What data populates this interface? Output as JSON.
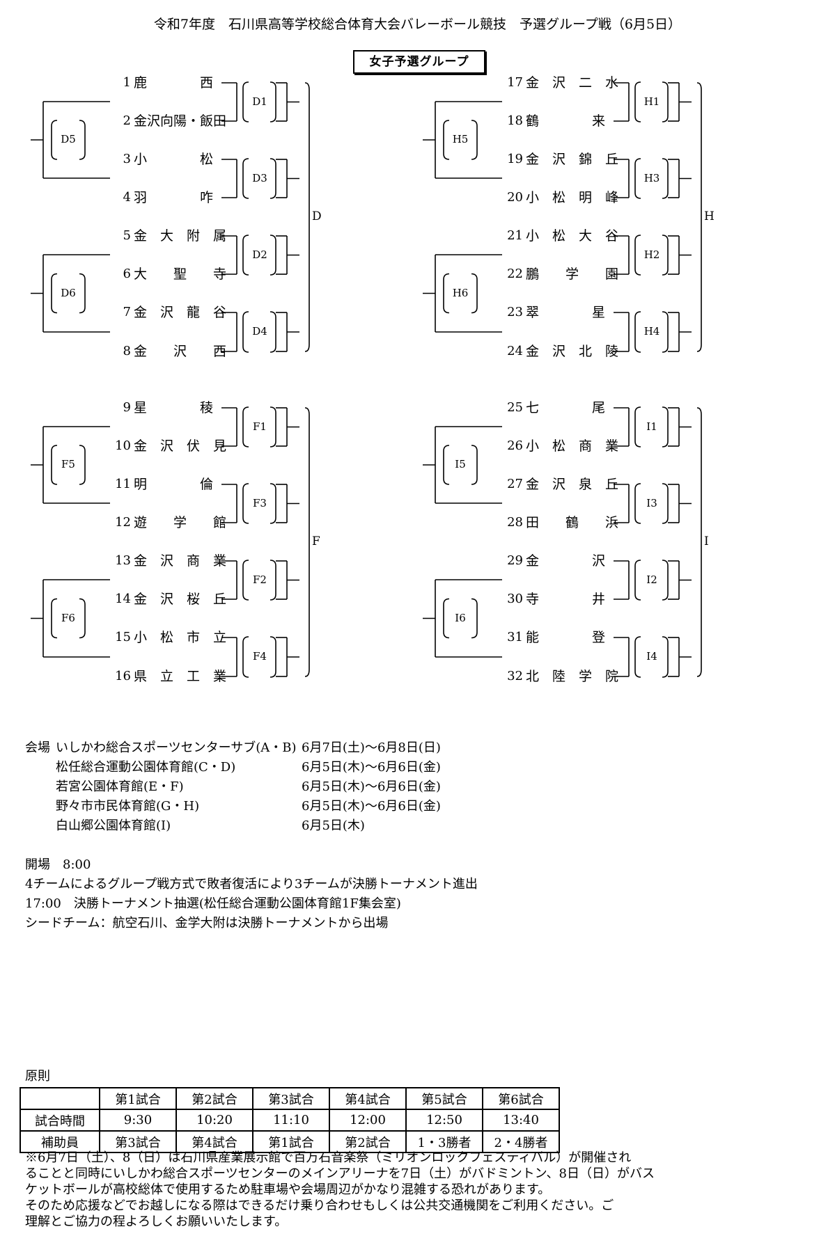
{
  "title": "令和7年度　石川県高等学校総合体育大会バレーボール競技　予選グループ戦（6月5日）",
  "subtitle": "女子予選グループ",
  "groups": [
    {
      "label": "D",
      "matches": {
        "m1": "D1",
        "m3": "D3",
        "m2": "D2",
        "m4": "D4",
        "m5": "D5",
        "m6": "D6"
      },
      "teams": [
        {
          "num": "1",
          "name": "鹿　　　　西"
        },
        {
          "num": "2",
          "name": "金沢向陽・飯田"
        },
        {
          "num": "3",
          "name": "小　　　　松"
        },
        {
          "num": "4",
          "name": "羽　　　　咋"
        },
        {
          "num": "5",
          "name": "金　大　附　属"
        },
        {
          "num": "6",
          "name": "大　　聖　　寺"
        },
        {
          "num": "7",
          "name": "金　沢　龍　谷"
        },
        {
          "num": "8",
          "name": "金　　沢　　西"
        }
      ]
    },
    {
      "label": "H",
      "matches": {
        "m1": "H1",
        "m3": "H3",
        "m2": "H2",
        "m4": "H4",
        "m5": "H5",
        "m6": "H6"
      },
      "teams": [
        {
          "num": "17",
          "name": "金　沢　二　水"
        },
        {
          "num": "18",
          "name": "鶴　　　　来"
        },
        {
          "num": "19",
          "name": "金　沢　錦　丘"
        },
        {
          "num": "20",
          "name": "小　松　明　峰"
        },
        {
          "num": "21",
          "name": "小　松　大　谷"
        },
        {
          "num": "22",
          "name": "鵬　　学　　園"
        },
        {
          "num": "23",
          "name": "翠　　　　星"
        },
        {
          "num": "24",
          "name": "金　沢　北　陵"
        }
      ]
    },
    {
      "label": "F",
      "matches": {
        "m1": "F1",
        "m3": "F3",
        "m2": "F2",
        "m4": "F4",
        "m5": "F5",
        "m6": "F6"
      },
      "teams": [
        {
          "num": "9",
          "name": "星　　　　稜"
        },
        {
          "num": "10",
          "name": "金　沢　伏　見"
        },
        {
          "num": "11",
          "name": "明　　　　倫"
        },
        {
          "num": "12",
          "name": "遊　　学　　館"
        },
        {
          "num": "13",
          "name": "金　沢　商　業"
        },
        {
          "num": "14",
          "name": "金　沢　桜　丘"
        },
        {
          "num": "15",
          "name": "小　松　市　立"
        },
        {
          "num": "16",
          "name": "県　立　工　業"
        }
      ]
    },
    {
      "label": "I",
      "matches": {
        "m1": "I1",
        "m3": "I3",
        "m2": "I2",
        "m4": "I4",
        "m5": "I5",
        "m6": "I6"
      },
      "teams": [
        {
          "num": "25",
          "name": "七　　　　尾"
        },
        {
          "num": "26",
          "name": "小　松　商　業"
        },
        {
          "num": "27",
          "name": "金　沢　泉　丘"
        },
        {
          "num": "28",
          "name": "田　　鶴　　浜"
        },
        {
          "num": "29",
          "name": "金　　　　沢"
        },
        {
          "num": "30",
          "name": "寺　　　　井"
        },
        {
          "num": "31",
          "name": "能　　　　登"
        },
        {
          "num": "32",
          "name": "北　陸　学　院"
        }
      ]
    }
  ],
  "venues": {
    "label": "会場",
    "items": [
      {
        "name": "いしかわ総合スポーツセンターサブ(A・B)",
        "date": "6月7日(土)～6月8日(日)"
      },
      {
        "name": "松任総合運動公園体育館(C・D)",
        "date": "6月5日(木)～6月6日(金)"
      },
      {
        "name": "若宮公園体育館(E・F)",
        "date": "6月5日(木)～6月6日(金)"
      },
      {
        "name": "野々市市民体育館(G・H)",
        "date": "6月5日(木)～6月6日(金)"
      },
      {
        "name": "白山郷公園体育館(I)",
        "date": "6月5日(木)"
      }
    ]
  },
  "info_lines": [
    "開場　8:00",
    "4チームによるグループ戦方式で敗者復活により3チームが決勝トーナメント進出",
    "17:00　決勝トーナメント抽選(松任総合運動公園体育館1F集会室)",
    "シードチーム：航空石川、金学大附は決勝トーナメントから出場"
  ],
  "schedule": {
    "label": "原則",
    "headers": [
      "",
      "第1試合",
      "第2試合",
      "第3試合",
      "第4試合",
      "第5試合",
      "第6試合"
    ],
    "rows": [
      [
        "試合時間",
        "9:30",
        "10:20",
        "11:10",
        "12:00",
        "12:50",
        "13:40"
      ],
      [
        "補助員",
        "第3試合",
        "第4試合",
        "第1試合",
        "第2試合",
        "1・3勝者",
        "2・4勝者"
      ]
    ]
  },
  "notes": [
    "※6月7日（土）、8（日）は石川県産業展示館で百万石音楽祭（ミリオンロックフェスティバル）が開催され",
    "ることと同時にいしかわ総合スポーツセンターのメインアリーナを7日（土）がバドミントン、8日（日）がバス",
    "ケットボールが高校総体で使用するため駐車場や会場周辺がかなり混雑する恐れがあります。",
    "そのため応援などでお越しになる際はできるだけ乗り合わせもしくは公共交通機関をご利用ください。ご",
    "理解とご協力の程よろしくお願いいたします。"
  ]
}
